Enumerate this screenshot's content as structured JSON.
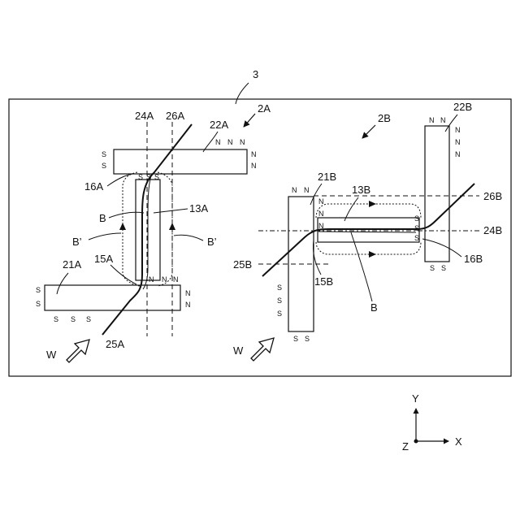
{
  "figure": {
    "board_label": "3",
    "unit_a_label": "2A",
    "unit_b_label": "2B",
    "unit_a": {
      "magnet_top": "22A",
      "magnet_bottom": "21A",
      "coil_label": "13A",
      "line_24": "24A",
      "line_26": "26A",
      "line_25": "25A",
      "point_15": "15A",
      "point_16": "16A",
      "field_b": "B",
      "field_b_prime_left": "B’",
      "field_b_prime_right": "B’",
      "wind": "W"
    },
    "unit_b": {
      "magnet_right": "22B",
      "magnet_left": "21B",
      "coil_label": "13B",
      "line_24": "24B",
      "line_26": "26B",
      "line_25": "25B",
      "point_15": "15B",
      "point_16": "16B",
      "field_b": "B",
      "wind": "W"
    },
    "poles": {
      "north": "N",
      "south": "S"
    },
    "axes": {
      "x": "X",
      "y": "Y",
      "z": "Z"
    }
  }
}
